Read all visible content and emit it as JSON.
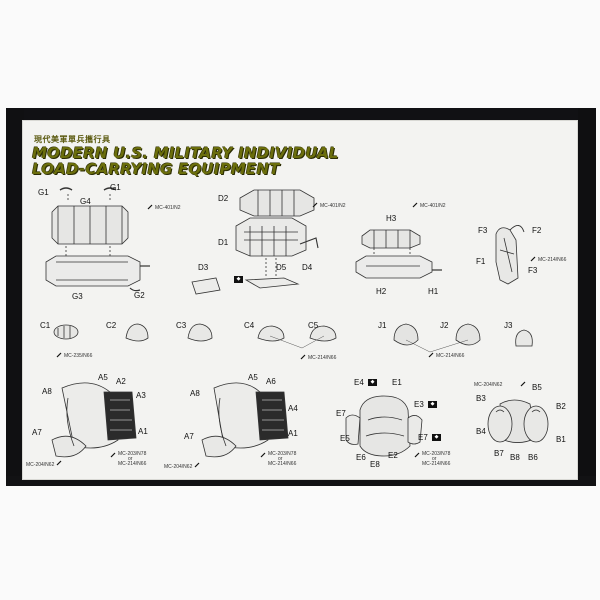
{
  "title": {
    "chinese": "現代美軍單兵攜行具",
    "line1": "MODERN U.S. MILITARY INDIVIDUAL",
    "line2": "LOAD-CARRYING EQUIPMENT"
  },
  "codes": {
    "mc401": "MC-401/N2",
    "mc235": "MC-235/N66",
    "mc214": "MC-214/N66",
    "mc204": "MC-204/N62",
    "mc203": "MC-203/N78",
    "or": "or"
  },
  "parts": {
    "G1a": "G1",
    "G1b": "G1",
    "G4": "G4",
    "G3": "G3",
    "G2": "G2",
    "D2": "D2",
    "D1": "D1",
    "D3": "D3",
    "D5": "D5",
    "D4": "D4",
    "H3": "H3",
    "H2": "H2",
    "H1": "H1",
    "F3a": "F3",
    "F2": "F2",
    "F1": "F1",
    "F3b": "F3",
    "C1": "C1",
    "C2": "C2",
    "C3": "C3",
    "C4": "C4",
    "C5": "C5",
    "J1": "J1",
    "J2": "J2",
    "J3": "J3",
    "A8a": "A8",
    "A5a": "A5",
    "A2": "A2",
    "A3": "A3",
    "A7a": "A7",
    "A1a": "A1",
    "A8b": "A8",
    "A5b": "A5",
    "A6": "A6",
    "A4": "A4",
    "A7b": "A7",
    "A1b": "A1",
    "E4": "E4",
    "E1": "E1",
    "E3": "E3",
    "E7a": "E7",
    "E5": "E5",
    "E7b": "E7",
    "E6": "E6",
    "E8": "E8",
    "E2": "E2",
    "B3": "B3",
    "B5": "B5",
    "B2": "B2",
    "B4": "B4",
    "B1": "B1",
    "B7": "B7",
    "B8": "B8",
    "B6": "B6"
  }
}
